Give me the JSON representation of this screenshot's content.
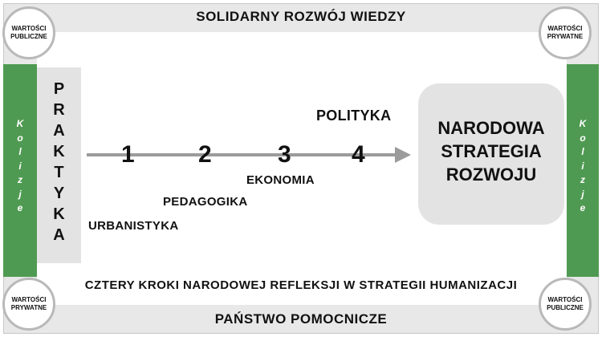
{
  "top_band": {
    "title": "SOLIDARNY ROZWÓJ WIEDZY"
  },
  "bottom_band": {
    "title": "PAŃSTWO POMOCNICZE"
  },
  "summary": "CZTERY KROKI NARODOWEJ REFLEKSJI W STRATEGII HUMANIZACJI",
  "corners": {
    "top_left": "WARTOŚCI\nPUBLICZNE",
    "top_right": "WARTOŚCI\nPRYWATNE",
    "bottom_left": "WARTOŚCI\nPRYWATNE",
    "bottom_right": "WARTOŚCI\nPUBLICZNE"
  },
  "sides": {
    "left": "K\no\nl\ni\nz\nj\ne",
    "right": "K\no\nl\ni\nz\nj\ne"
  },
  "praktyka": "P\nR\nA\nK\nT\nY\nK\nA",
  "goal": "NARODOWA\nSTRATEGIA\nROZWOJU",
  "steps": [
    "1",
    "2",
    "3",
    "4"
  ],
  "step_labels": {
    "urbanistyka": "URBANISTYKA",
    "pedagogika": "PEDAGOGIKA",
    "ekonomia": "EKONOMIA",
    "polityka": "POLITYKA"
  },
  "colors": {
    "side_green": "#4f9a52",
    "band_grey": "#e8e8e8",
    "box_grey": "#e3e3e3",
    "arrow_grey": "#9b9b9b"
  }
}
